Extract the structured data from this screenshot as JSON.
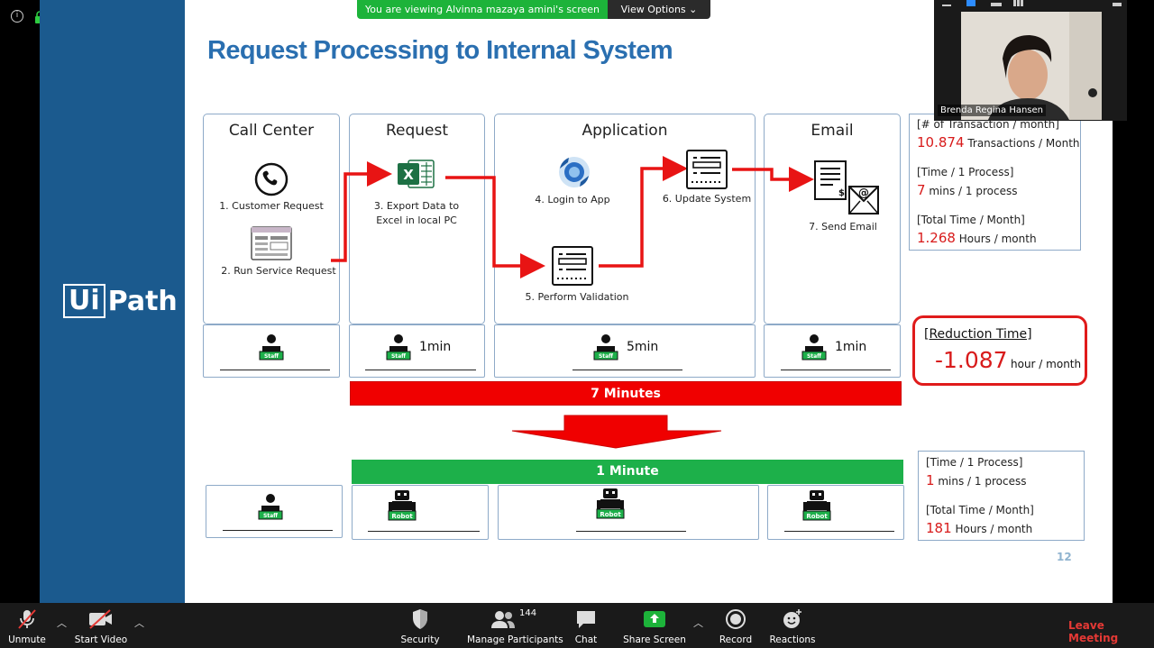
{
  "banner": {
    "viewing": "You are viewing Alvinna mazaya amini's screen",
    "view_options": "View Options"
  },
  "slide": {
    "title": "Request Processing to Internal System",
    "logo_ui": "Ui",
    "logo_path": "Path",
    "columns": {
      "call_center": "Call Center",
      "request": "Request",
      "application": "Application",
      "email": "Email"
    },
    "steps": {
      "s1": "1. Customer Request",
      "s2": "2. Run Service Request",
      "s3_line1": "3. Export Data to",
      "s3_line2": "Excel in local PC",
      "s4": "4. Login to App",
      "s5": "5. Perform Validation",
      "s6": "6. Update System",
      "s7": "7. Send Email"
    },
    "staff_label": "Staff",
    "robot_label": "Robot",
    "times": {
      "request": "1min",
      "application": "5min",
      "email": "1min"
    },
    "red_bar": "7 Minutes",
    "green_bar": "1 Minute",
    "stats_top": {
      "h1": "[# of Transaction / month]",
      "v1": "10.874",
      "u1": " Transactions / Month",
      "h2": "[Time / 1 Process]",
      "v2": "7",
      "u2": " mins / 1 process",
      "h3": "[Total Time / Month]",
      "v3": "1.268",
      "u3": " Hours / month"
    },
    "reduction": {
      "title": "[Reduction Time]",
      "value": "-1.087",
      "unit": "hour / month"
    },
    "stats_bottom": {
      "h1": "[Time / 1 Process]",
      "v1": "1",
      "u1": " mins / 1 process",
      "h2": "[Total Time / Month]",
      "v2": "181",
      "u2": " Hours / month"
    },
    "page_number": "12"
  },
  "video": {
    "participant_name": "Brenda Regina Hansen"
  },
  "toolbar": {
    "unmute": "Unmute",
    "start_video": "Start Video",
    "security": "Security",
    "manage_participants": "Manage Participants",
    "participant_count": "144",
    "chat": "Chat",
    "share_screen": "Share Screen",
    "record": "Record",
    "reactions": "Reactions",
    "leave": "Leave Meeting"
  },
  "colors": {
    "accent_blue": "#2a6fb0",
    "sidebar": "#1b5a8e",
    "red": "#f00000",
    "green": "#1db04a",
    "zoom_green": "#1db33a",
    "leave_red": "#e53935"
  }
}
